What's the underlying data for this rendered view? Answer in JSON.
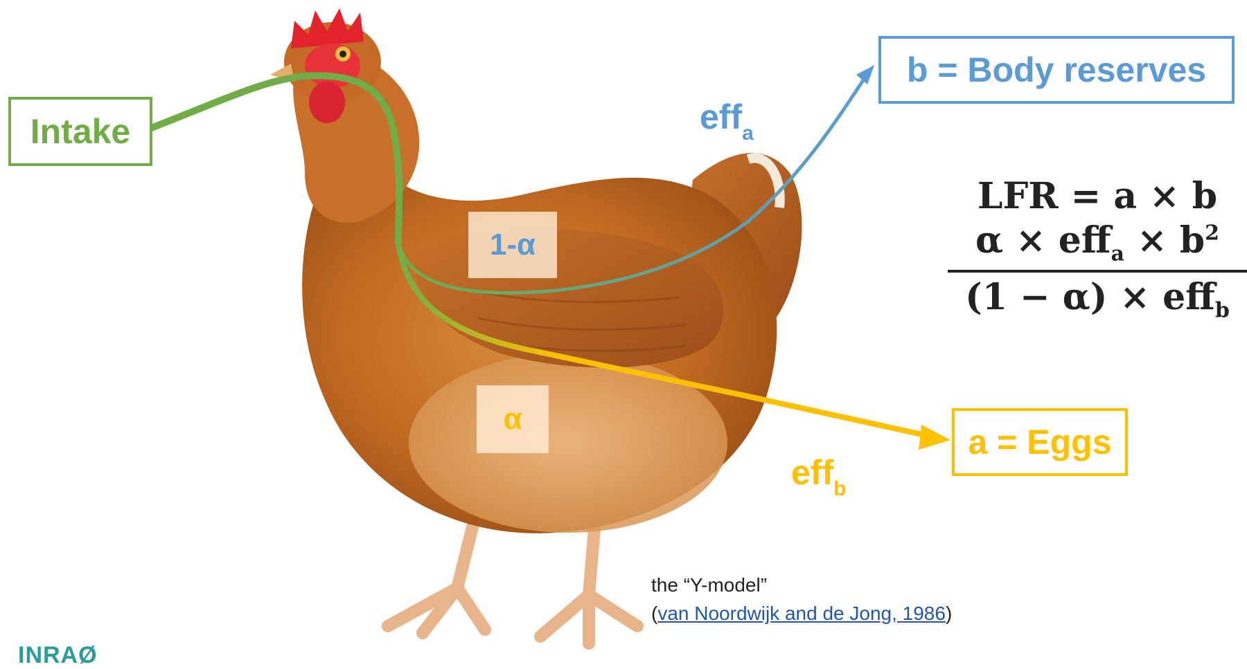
{
  "boxes": {
    "intake": "Intake",
    "body_reserves": "b = Body reserves",
    "eggs": "a = Eggs"
  },
  "allocation": {
    "one_minus_alpha": "1-α",
    "alpha": "α"
  },
  "efficiencies": {
    "eff_a": {
      "base": "eff",
      "sub": "a"
    },
    "eff_b": {
      "base": "eff",
      "sub": "b"
    }
  },
  "formula": {
    "line1": "LFR = a × b",
    "numerator": {
      "pre": "α × eff",
      "sub": "a",
      "mid": " × b",
      "sup": "2"
    },
    "denominator": {
      "pre": "(1 − α) × eff",
      "sub": "b"
    }
  },
  "citation": {
    "title": "the “Y-model”",
    "open_paren": "(",
    "link_text": "van Noordwijk and de Jong, 1986",
    "close_paren": ")"
  },
  "logo": "INRAØ",
  "colors": {
    "intake": "#70ad47",
    "body_reserves": "#5b9bd5",
    "eggs": "#ffc000",
    "hen_body": "#c8702a"
  }
}
